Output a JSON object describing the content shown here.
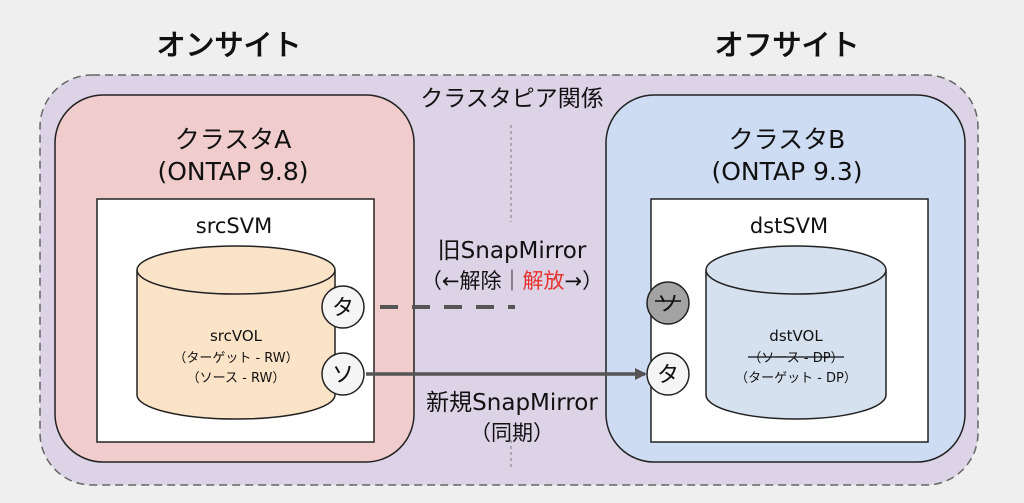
{
  "sites": {
    "onsite": "オンサイト",
    "offsite": "オフサイト"
  },
  "peering_label": "クラスタピア関係",
  "cluster_a": {
    "title": "クラスタA",
    "version": "(ONTAP 9.8)",
    "svm": "srcSVM",
    "volume": {
      "name": "srcVOL",
      "line1": "（ターゲット - RW）",
      "line2": "（ソース - RW）"
    },
    "badge_top": "タ",
    "badge_bottom": "ソ"
  },
  "cluster_b": {
    "title": "クラスタB",
    "version": "(ONTAP 9.3)",
    "svm": "dstSVM",
    "volume": {
      "name": "dstVOL",
      "line1_struck": "（ソース - DP）",
      "line2": "（ターゲット - DP）"
    },
    "badge_top": "ソ",
    "badge_bottom": "タ"
  },
  "old_snapmirror": {
    "title": "旧SnapMirror",
    "open_paren": "（←解除｜",
    "highlight": "解放",
    "close_paren": "→）",
    "highlight_color": "#e8322b"
  },
  "new_snapmirror": {
    "title": "新規SnapMirror",
    "mode": "（同期）"
  },
  "colors": {
    "outer_bg": "#dcd3e6",
    "cluster_a_bg": "#f0cccc",
    "cluster_b_bg": "#cddcf2",
    "src_volume": "#fbe3c7",
    "dst_volume": "#d6e1ef",
    "old_badge": "#a3a3a3"
  }
}
